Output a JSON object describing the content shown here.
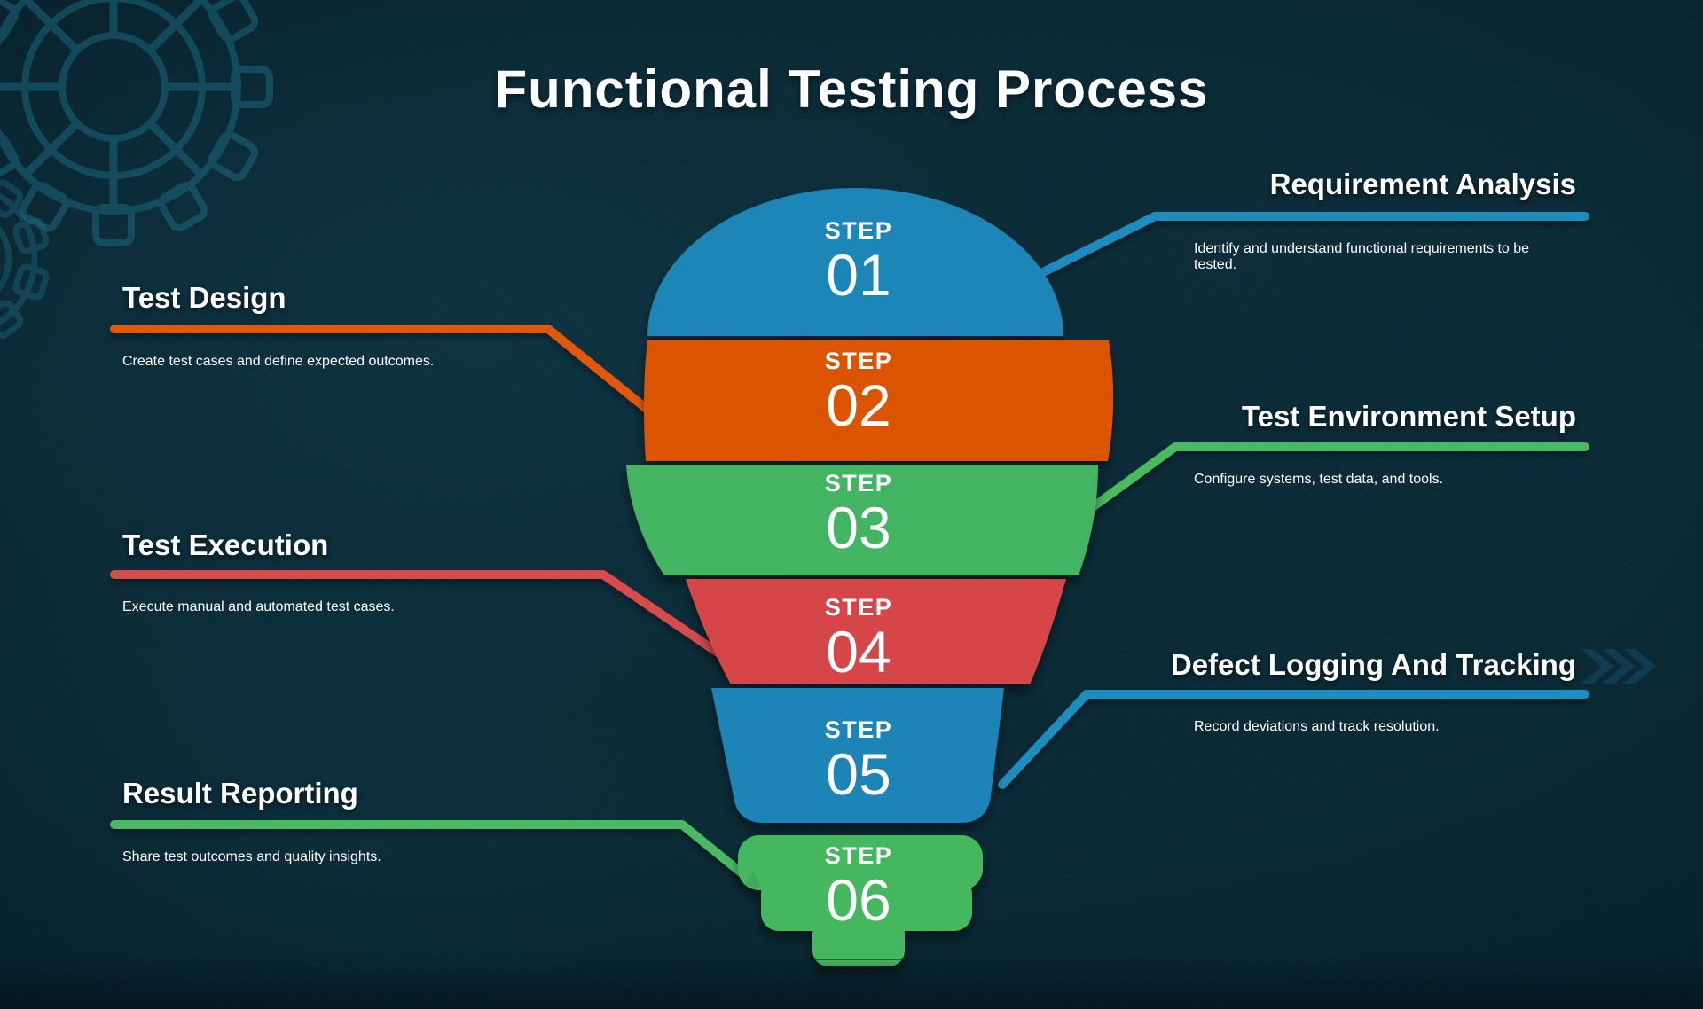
{
  "title": "Functional Testing Process",
  "steps": [
    {
      "step_label": "STEP",
      "number": "01",
      "title": "Requirement Analysis",
      "description": "Identify and understand functional requirements to be tested.",
      "side": "right",
      "color": "#1a86b8",
      "line_color": "#1f8dbf"
    },
    {
      "step_label": "STEP",
      "number": "02",
      "title": "Test Design",
      "description": "Create test cases and define expected outcomes.",
      "side": "left",
      "color": "#dc5306",
      "line_color": "#e25708"
    },
    {
      "step_label": "STEP",
      "number": "03",
      "title": "Test Environment Setup",
      "description": "Configure systems, test data, and tools.",
      "side": "right",
      "color": "#42b462",
      "line_color": "#49ba60"
    },
    {
      "step_label": "STEP",
      "number": "04",
      "title": "Test Execution",
      "description": "Execute manual and automated test cases.",
      "side": "left",
      "color": "#d64546",
      "line_color": "#d84b4b"
    },
    {
      "step_label": "STEP",
      "number": "05",
      "title": "Defect Logging And Tracking",
      "description": "Record deviations and track resolution.",
      "side": "right",
      "color": "#1a84b6",
      "line_color": "#1f8dbf"
    },
    {
      "step_label": "STEP",
      "number": "06",
      "title": "Result Reporting",
      "description": "Share test outcomes and quality insights.",
      "side": "left",
      "color": "#45b85f",
      "line_color": "#49ba60"
    }
  ],
  "colors": {
    "background": "#0b2b37",
    "title_text": "#ffffff",
    "body_text": "#eef4f6",
    "chevron": "#103f52",
    "gear_stroke": "#1c6d83",
    "arrowhead_green": "#3fa85a"
  }
}
